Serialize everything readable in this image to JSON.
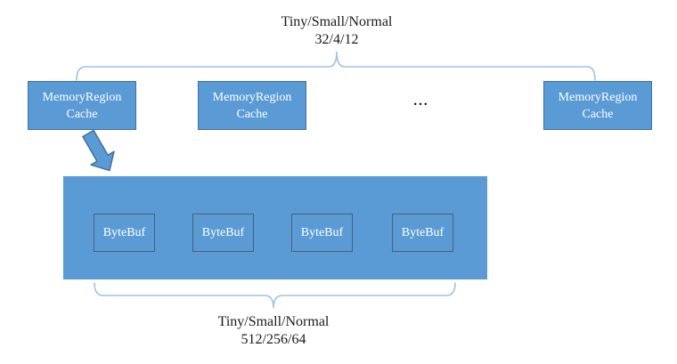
{
  "title": {
    "line1": "Tiny/Small/Normal",
    "line2": "32/4/12"
  },
  "bottom_label": {
    "line1": "Tiny/Small/Normal",
    "line2": "512/256/64"
  },
  "cache_boxes": [
    "MemoryRegion Cache",
    "MemoryRegion Cache",
    "MemoryRegion Cache"
  ],
  "ellipsis": "...",
  "bytebufs": [
    "ByteBuf",
    "ByteBuf",
    "ByteBuf",
    "ByteBuf"
  ],
  "colors": {
    "shape_fill": "#5B9BD5",
    "shape_border": "#41719C",
    "brace": "#9DC3E6",
    "connector": "#3E4A56",
    "bytebuf_border": "#4C5F71",
    "text_dark": "#1A1A1A",
    "text_light": "#FFFFFF"
  }
}
